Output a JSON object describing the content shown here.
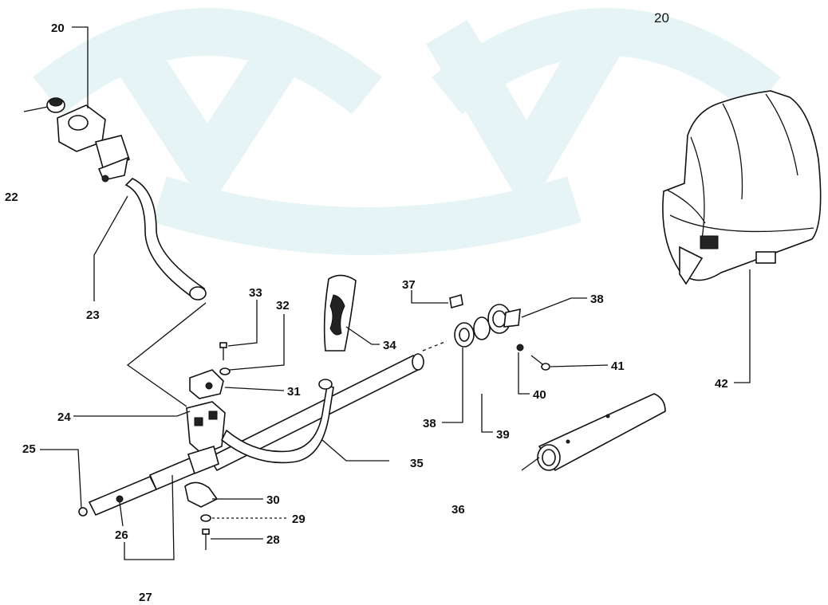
{
  "callouts": {
    "c20a": "20",
    "c20b": "20",
    "c22": "22",
    "c23": "23",
    "c24": "24",
    "c25": "25",
    "c26": "26",
    "c27": "27",
    "c28": "28",
    "c29": "29",
    "c30": "30",
    "c31": "31",
    "c32": "32",
    "c33": "33",
    "c34": "34",
    "c35": "35",
    "c36": "36",
    "c37": "37",
    "c38a": "38",
    "c38b": "38",
    "c39": "39",
    "c40": "40",
    "c41": "41",
    "c42": "42"
  },
  "colors": {
    "line": "#111111",
    "watermark": "#e4f3f5",
    "background": "#ffffff"
  }
}
